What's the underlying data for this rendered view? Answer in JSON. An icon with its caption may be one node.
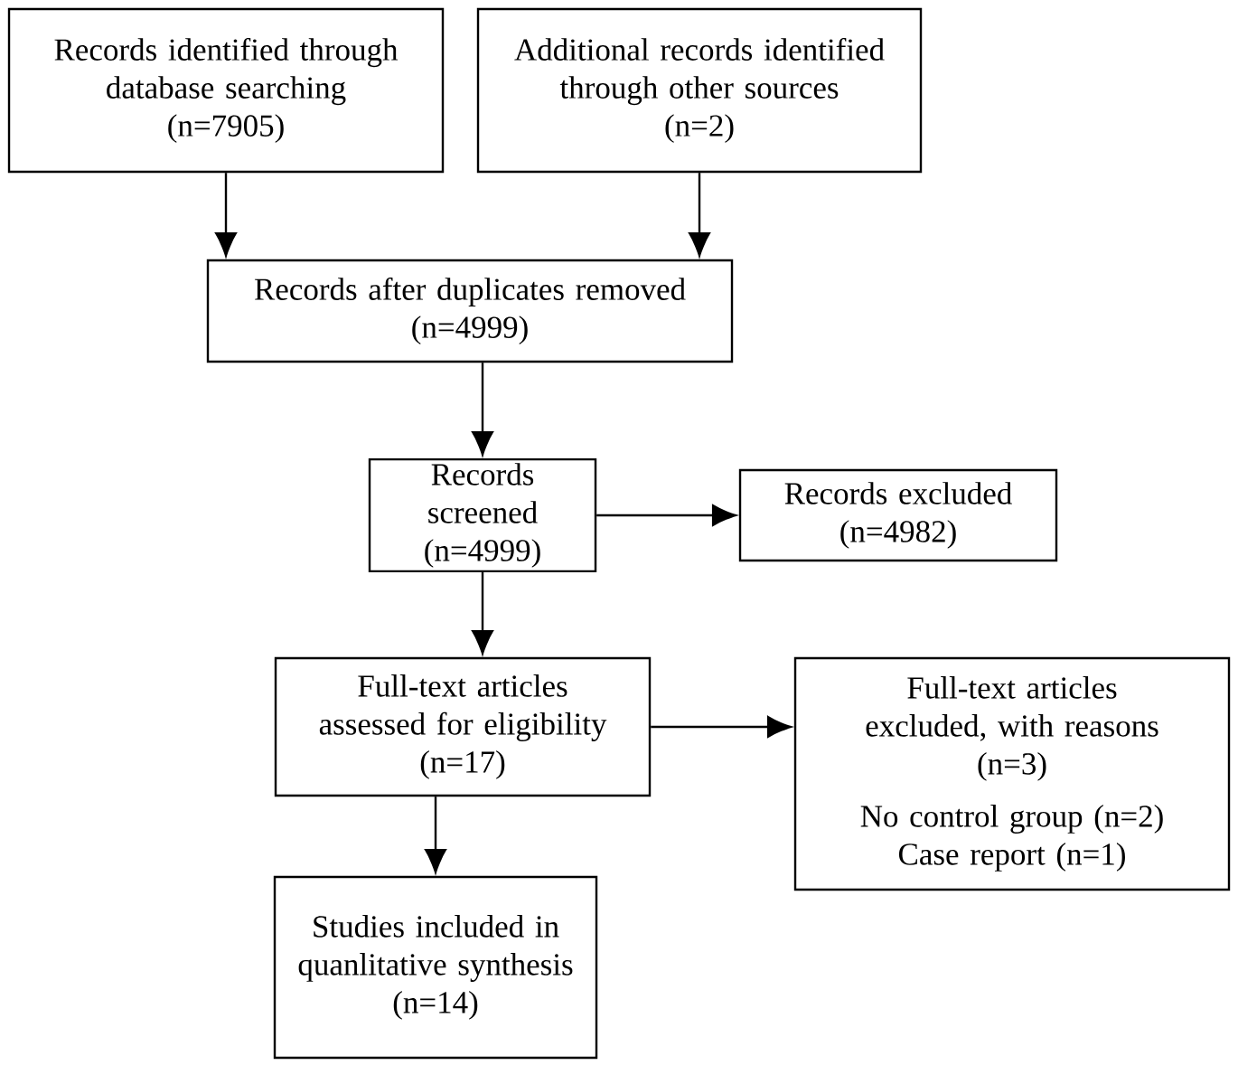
{
  "diagram": {
    "nodes": [
      {
        "text": [
          "Records identified through database searching",
          "(n=7905)"
        ]
      },
      {
        "text": [
          "Additional records identified through other sources",
          "(n=2)"
        ]
      },
      {
        "text": [
          "Records after duplicates removed",
          "(n=4999)"
        ]
      },
      {
        "text": [
          "Records screened",
          "(n=4999)"
        ]
      },
      {
        "text": [
          "Records excluded",
          "(n=4982)"
        ]
      },
      {
        "text": [
          "Full-text articles assessed for eligibility",
          "(n=17)"
        ]
      },
      {
        "text": [
          "Full-text articles excluded, with reasons",
          "(n=3)",
          "No control group (n=2)",
          "Case report (n=1)"
        ]
      },
      {
        "text": [
          "Studies included in quanlitative synthesis",
          "(n=14)"
        ]
      }
    ],
    "edges": [
      {
        "from": 0,
        "to": 2,
        "arrow": "to"
      },
      {
        "from": 1,
        "to": 2,
        "arrow": "to"
      },
      {
        "from": 2,
        "to": 3,
        "arrow": "to"
      },
      {
        "from": 3,
        "to": 4,
        "arrow": "to"
      },
      {
        "from": 3,
        "to": 5,
        "arrow": "to"
      },
      {
        "from": 5,
        "to": 6,
        "arrow": "to"
      },
      {
        "from": 5,
        "to": 7,
        "arrow": "to"
      }
    ]
  }
}
